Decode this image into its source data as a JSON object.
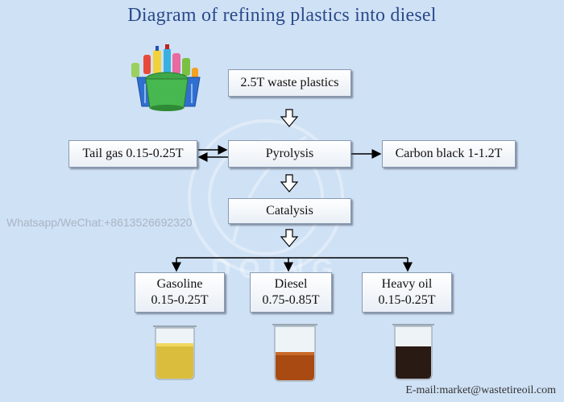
{
  "title": "Diagram of refining plastics into diesel",
  "nodes": {
    "input": "2.5T waste plastics",
    "tail_gas": "Tail gas 0.15-0.25T",
    "pyrolysis": "Pyrolysis",
    "carbon_black": "Carbon black 1-1.2T",
    "catalysis": "Catalysis",
    "gasoline": {
      "name": "Gasoline",
      "amount": "0.15-0.25T"
    },
    "diesel": {
      "name": "Diesel",
      "amount": "0.75-0.85T"
    },
    "heavy_oil": {
      "name": "Heavy oil",
      "amount": "0.15-0.25T"
    }
  },
  "watermark": {
    "contact": "Whatsapp/WeChat:+8613526692320",
    "logo_text": "DOING"
  },
  "footer": {
    "email": "E-mail:market@wastetireoil.com"
  },
  "colors": {
    "background": "#cfe1f5",
    "title": "#2a4a8a",
    "gasoline_liquid": "#d9b92c",
    "diesel_liquid": "#a84a12",
    "heavy_oil_liquid": "#2a1a14"
  },
  "icons": [
    "plastic-basket-icon",
    "hollow-down-arrow-icon",
    "beaker-icon"
  ]
}
